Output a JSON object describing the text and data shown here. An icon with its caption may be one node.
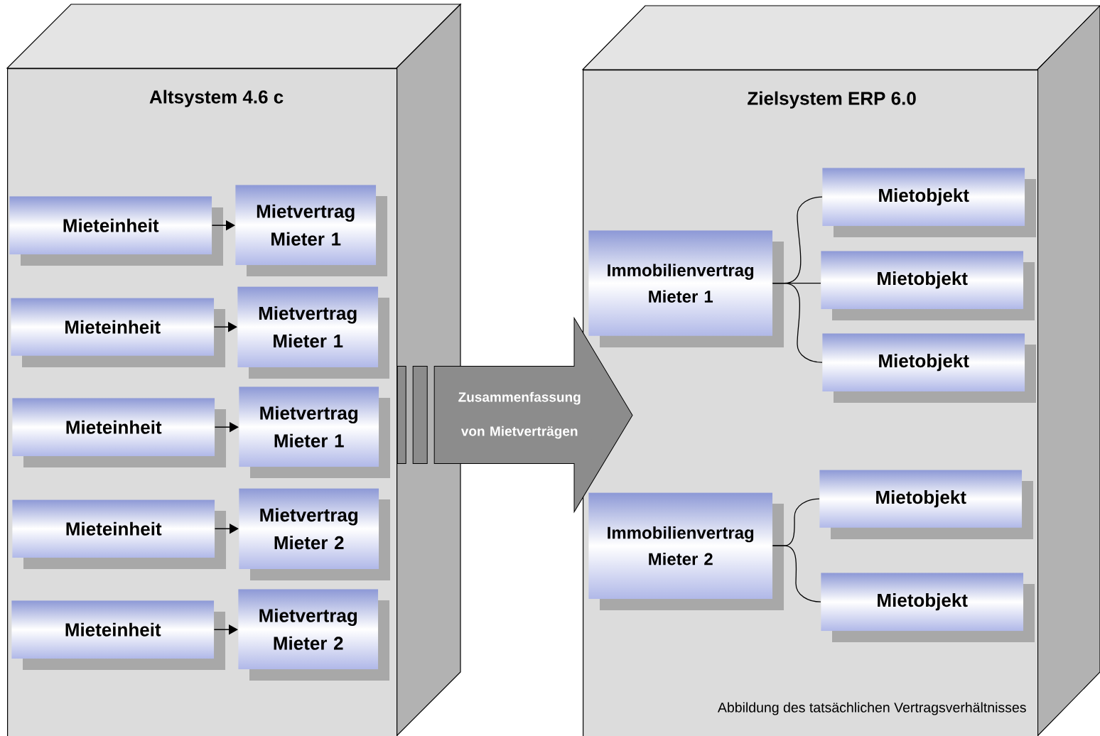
{
  "diagram": {
    "nodes": [
      {
        "text": [
          "Altsystem 4.6 c"
        ]
      },
      {
        "text": [
          "Zielsystem ERP 6.0",
          "Abbildung des tatsächlichen Vertragsverhältnisses"
        ]
      },
      {
        "text": [
          "Mieteinheit"
        ],
        "in": 0
      },
      {
        "text": [
          "Mietvertrag Mieter 1"
        ],
        "in": 0
      },
      {
        "text": [
          "Mieteinheit"
        ],
        "in": 0
      },
      {
        "text": [
          "Mietvertrag Mieter 1"
        ],
        "in": 0
      },
      {
        "text": [
          "Mieteinheit"
        ],
        "in": 0
      },
      {
        "text": [
          "Mietvertrag Mieter 1"
        ],
        "in": 0
      },
      {
        "text": [
          "Mieteinheit"
        ],
        "in": 0
      },
      {
        "text": [
          "Mietvertrag Mieter 2"
        ],
        "in": 0
      },
      {
        "text": [
          "Mieteinheit"
        ],
        "in": 0
      },
      {
        "text": [
          "Mietvertrag Mieter 2"
        ],
        "in": 0
      },
      {
        "text": [
          "Immobilienvertrag Mieter 1"
        ],
        "in": 1
      },
      {
        "text": [
          "Mietobjekt"
        ],
        "in": 1
      },
      {
        "text": [
          "Mietobjekt"
        ],
        "in": 1
      },
      {
        "text": [
          "Mietobjekt"
        ],
        "in": 1
      },
      {
        "text": [
          "Immobilienvertrag Mieter 2"
        ],
        "in": 1
      },
      {
        "text": [
          "Mietobjekt"
        ],
        "in": 1
      },
      {
        "text": [
          "Mietobjekt"
        ],
        "in": 1
      }
    ],
    "edges": [
      {
        "from": 0,
        "to": 1,
        "arrow": "to",
        "label": "Zusammenfassung von Mietverträgen",
        "style": "thick",
        "color": "#8c8c8c"
      },
      {
        "from": 2,
        "to": 3,
        "arrow": "to"
      },
      {
        "from": 4,
        "to": 5,
        "arrow": "to"
      },
      {
        "from": 6,
        "to": 7,
        "arrow": "to"
      },
      {
        "from": 8,
        "to": 9,
        "arrow": "to"
      },
      {
        "from": 10,
        "to": 11,
        "arrow": "to"
      },
      {
        "from": 12,
        "to": 13,
        "arrow": "none"
      },
      {
        "from": 12,
        "to": 14,
        "arrow": "none"
      },
      {
        "from": 12,
        "to": 15,
        "arrow": "none"
      },
      {
        "from": 16,
        "to": 17,
        "arrow": "none"
      },
      {
        "from": 16,
        "to": 18,
        "arrow": "none"
      }
    ]
  }
}
